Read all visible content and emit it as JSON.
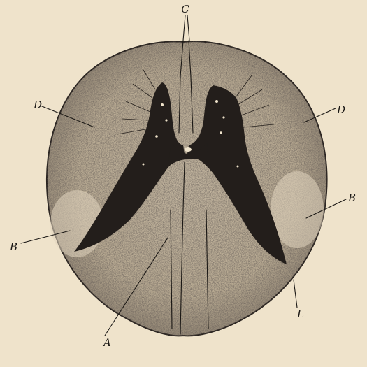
{
  "figure": {
    "labels": {
      "C": "C",
      "D_left": "D",
      "D_right": "D",
      "B_left": "B",
      "B_right": "B",
      "A": "A",
      "L": "L"
    }
  },
  "colors": {
    "paper": "#efe3cb",
    "ink": "#1a1714",
    "white_matter": "#cbbfab",
    "gray_matter": "#231e1b"
  }
}
